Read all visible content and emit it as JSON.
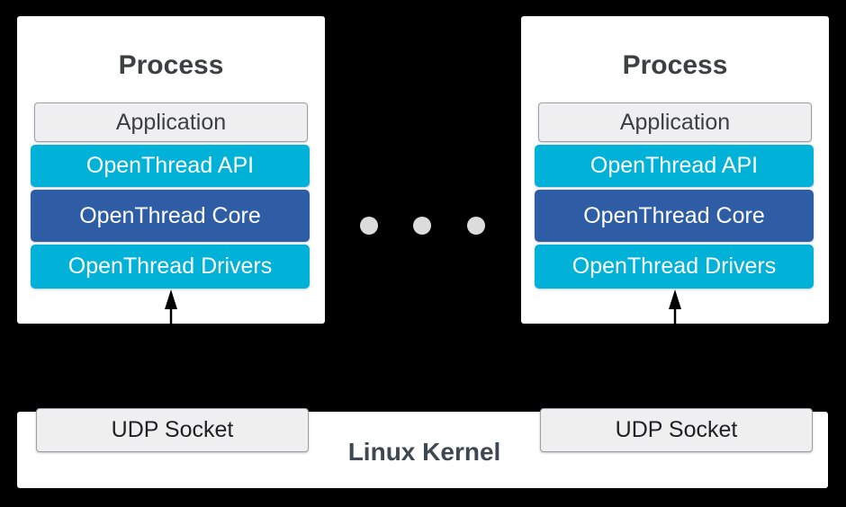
{
  "processes": [
    {
      "title": "Process",
      "layers": [
        {
          "label": "Application"
        },
        {
          "label": "OpenThread API"
        },
        {
          "label": "OpenThread Core"
        },
        {
          "label": "OpenThread Drivers"
        }
      ]
    },
    {
      "title": "Process",
      "layers": [
        {
          "label": "Application"
        },
        {
          "label": "OpenThread API"
        },
        {
          "label": "OpenThread Core"
        },
        {
          "label": "OpenThread Drivers"
        }
      ]
    }
  ],
  "kernel": {
    "label": "Linux Kernel",
    "sockets": [
      {
        "label": "UDP Socket"
      },
      {
        "label": "UDP Socket"
      }
    ]
  },
  "ellipsis": {
    "dot_count": 3
  },
  "colors": {
    "background": "#000000",
    "card": "#FFFFFF",
    "layer_cyan": "#00B1D8",
    "layer_blue": "#2E5DA6",
    "box_gray_fill": "#EFEFEF",
    "box_gray_border": "#9AA0A6",
    "title_text": "#3C4043",
    "kernel_text": "#3E4852",
    "layer_text": "#FFFFFF",
    "socket_text": "#202124",
    "dot": "#DCDCDC",
    "arrow": "#000000"
  }
}
